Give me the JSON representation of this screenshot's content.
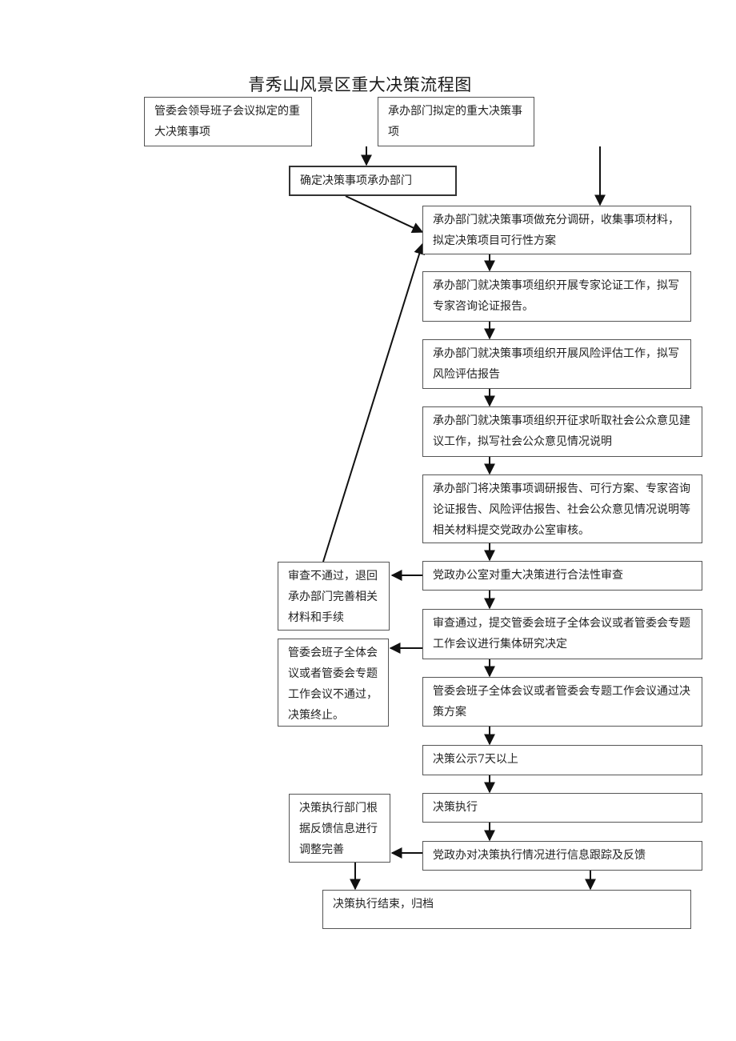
{
  "title": "青秀山风景区重大决策流程图",
  "boxes": {
    "committee_proposal": "管委会领导班子会议拟定的重大决策事项",
    "dept_proposal": "承办部门拟定的重大决策事项",
    "assign_dept": "确定决策事项承办部门",
    "research": "承办部门就决策事项做充分调研，收集事项材料，拟定决策项目可行性方案",
    "expert": "承办部门就决策事项组织开展专家论证工作，拟写专家咨询论证报告。",
    "risk": "承办部门就决策事项组织开展风险评估工作，拟写风险评估报告",
    "public": "承办部门就决策事项组织开征求听取社会公众意见建议工作，拟写社会公众意见情况说明",
    "submit": "承办部门将决策事项调研报告、可行方案、专家咨询论证报告、风险评估报告、社会公众意见情况说明等相关材料提交党政办公室审核。",
    "legal_review": "党政办公室对重大决策进行合法性审查",
    "review_fail": "审查不通过，退回承办部门完善相关材料和手续",
    "review_pass": "审查通过，提交管委会班子全体会议或者管委会专题工作会议进行集体研究决定",
    "meeting_fail": "管委会班子全体会议或者管委会专题工作会议不通过，决策终止。",
    "meeting_pass": "管委会班子全体会议或者管委会专题工作会议通过决策方案",
    "publicize": "决策公示7天以上",
    "execute": "决策执行",
    "adjust": "决策执行部门根据反馈信息进行调整完善",
    "tracking": "党政办对决策执行情况进行信息跟踪及反馈",
    "finish": "决策执行结束，归档"
  }
}
